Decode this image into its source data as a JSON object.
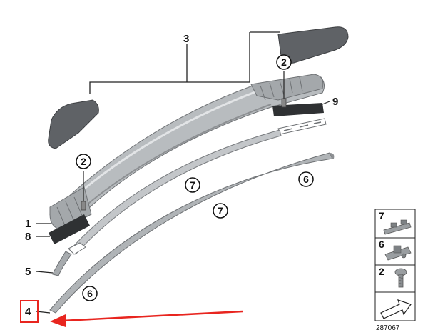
{
  "diagram": {
    "callouts": {
      "c1": "1",
      "c3": "3",
      "c4": "4",
      "c5": "5",
      "c8": "8",
      "c9": "9"
    },
    "circled": {
      "c2_top": "2",
      "c2_left": "2",
      "c7_upper": "7",
      "c7_lower": "7",
      "c6_right": "6",
      "c6_bottom": "6"
    },
    "legend": {
      "items": [
        {
          "label": "7"
        },
        {
          "label": "6"
        },
        {
          "label": "2"
        }
      ]
    },
    "diagram_id": "287067",
    "colors": {
      "part_dark": "#5f6266",
      "rail_light": "#b8bcbf",
      "strip": "#a7abae",
      "highlight_box": "#e8251f",
      "arrow": "#e8251f"
    }
  }
}
